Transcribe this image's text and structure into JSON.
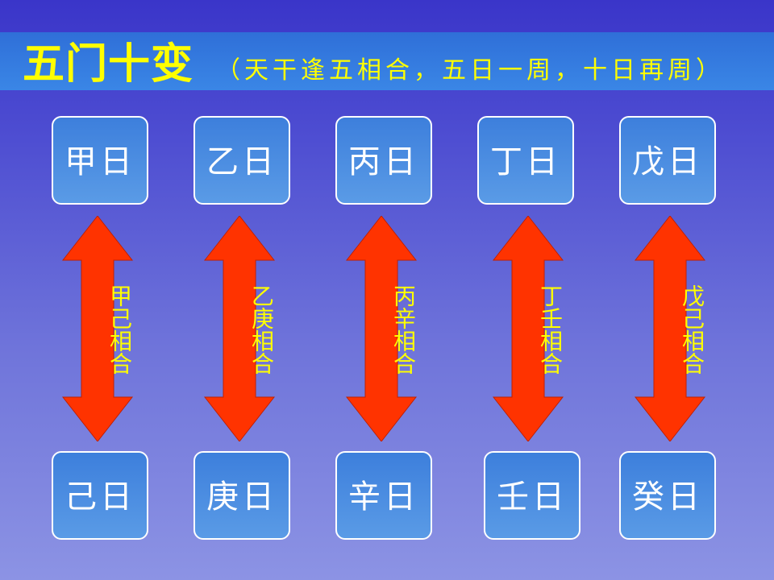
{
  "header": {
    "title": "五门十变",
    "subtitle": "（天干逢五相合，五日一周，十日再周）"
  },
  "top_row": [
    "甲日",
    "乙日",
    "丙日",
    "丁日",
    "戊日"
  ],
  "bottom_row": [
    "己日",
    "庚日",
    "辛日",
    "壬日",
    "癸日"
  ],
  "arrows": [
    "甲己相合",
    "乙庚相合",
    "丙辛相合",
    "丁壬相合",
    "戊己相合"
  ],
  "colors": {
    "title_text": "#ffff00",
    "arrow_fill": "#ff3300",
    "box_border": "#ffffff"
  }
}
